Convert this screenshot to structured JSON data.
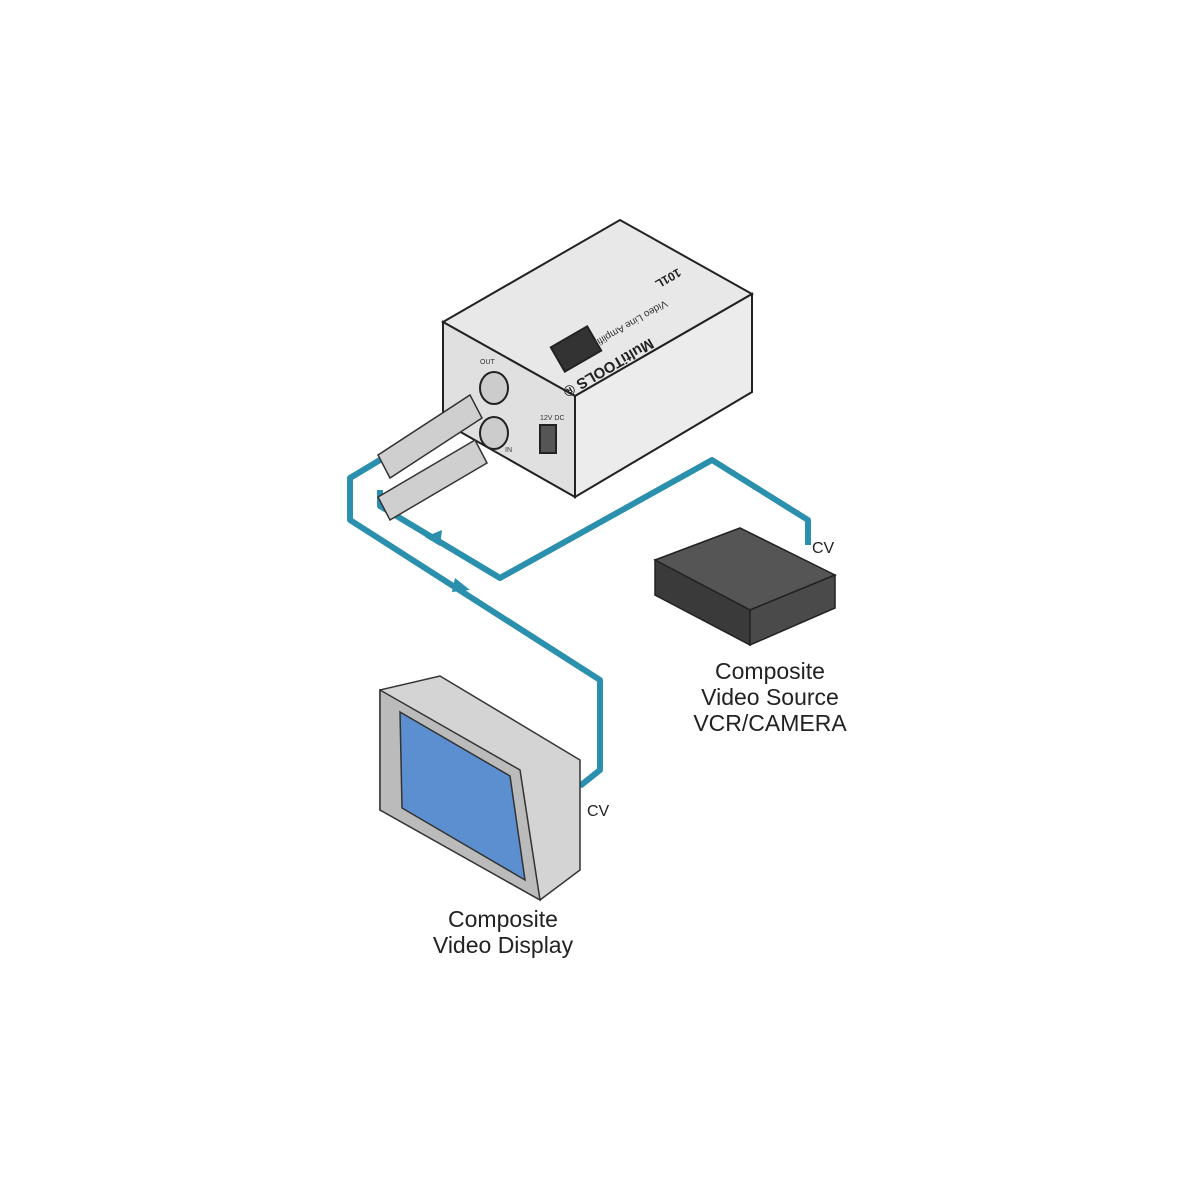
{
  "device": {
    "brand": "MultiTOOLS ®",
    "description": "Video Line Amplifier",
    "model": "101L",
    "port_out": "OUT",
    "port_in": "IN",
    "power": "12V DC"
  },
  "source": {
    "label_line1": "Composite",
    "label_line2": "Video Source",
    "label_line3": "VCR/CAMERA",
    "port": "CV"
  },
  "display": {
    "label_line1": "Composite",
    "label_line2": "Video Display",
    "port": "CV"
  },
  "colors": {
    "cable": "#2b8fae",
    "device": "#e4e4e4",
    "screen": "#5b8fd0"
  }
}
